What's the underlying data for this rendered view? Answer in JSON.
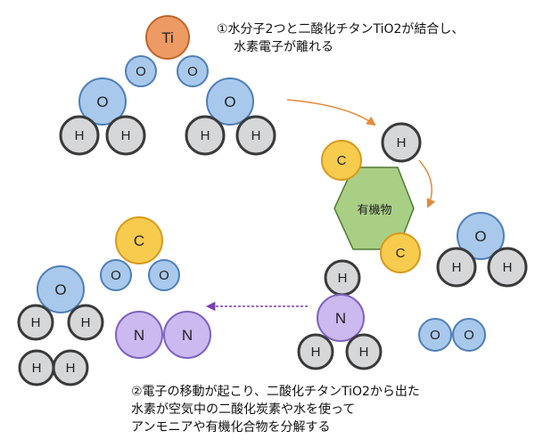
{
  "captions": {
    "step1_line1": "①水分子2つと二酸化チタンTiO2が結合し、",
    "step1_line2": "水素電子が離れる",
    "step2_line1": "②電子の移動が起こり、二酸化チタンTiO2から出た",
    "step2_line2": "水素が空気中の二酸化炭素や水を使って",
    "step2_line3": "アンモニアや有機化合物を分解する"
  },
  "atoms": {
    "ti": "Ti",
    "o": "O",
    "h": "H",
    "c": "C",
    "n": "N"
  },
  "organic_label": "有機物",
  "colors": {
    "titanium": "#ee9a64",
    "oxygen": "#a9c9ec",
    "hydrogen": "#d6d7d9",
    "carbon": "#f7cc4e",
    "nitrogen": "#cbb9ef",
    "organic": "#a9cf85",
    "arrow_orange": "#e48a3a",
    "arrow_purple": "#7b3fb0",
    "stroke": "#3a3a3a"
  }
}
